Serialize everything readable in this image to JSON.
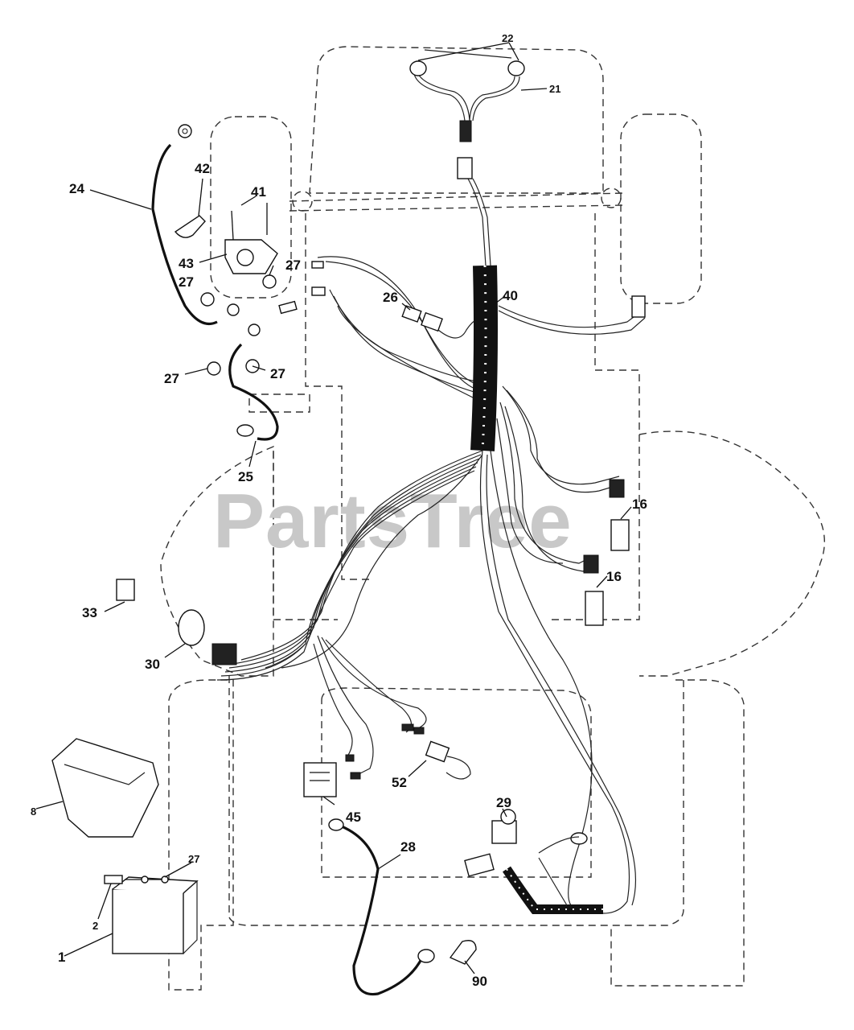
{
  "watermark": "PartsTree",
  "callouts": [
    {
      "id": "c1",
      "label": "1"
    },
    {
      "id": "c2",
      "label": "2"
    },
    {
      "id": "c8",
      "label": "8"
    },
    {
      "id": "c16a",
      "label": "16"
    },
    {
      "id": "c16b",
      "label": "16"
    },
    {
      "id": "c21",
      "label": "21"
    },
    {
      "id": "c22",
      "label": "22"
    },
    {
      "id": "c24",
      "label": "24"
    },
    {
      "id": "c25",
      "label": "25"
    },
    {
      "id": "c26",
      "label": "26"
    },
    {
      "id": "c27a",
      "label": "27"
    },
    {
      "id": "c27b",
      "label": "27"
    },
    {
      "id": "c27c",
      "label": "27"
    },
    {
      "id": "c27d",
      "label": "27"
    },
    {
      "id": "c27e",
      "label": "27"
    },
    {
      "id": "c28",
      "label": "28"
    },
    {
      "id": "c29",
      "label": "29"
    },
    {
      "id": "c30",
      "label": "30"
    },
    {
      "id": "c33",
      "label": "33"
    },
    {
      "id": "c40",
      "label": "40"
    },
    {
      "id": "c41",
      "label": "41"
    },
    {
      "id": "c42",
      "label": "42"
    },
    {
      "id": "c43",
      "label": "43"
    },
    {
      "id": "c45",
      "label": "45"
    },
    {
      "id": "c52",
      "label": "52"
    },
    {
      "id": "c90",
      "label": "90"
    }
  ],
  "colors": {
    "line": "#111111",
    "watermark": "#c8c8c8",
    "background": "#ffffff"
  }
}
